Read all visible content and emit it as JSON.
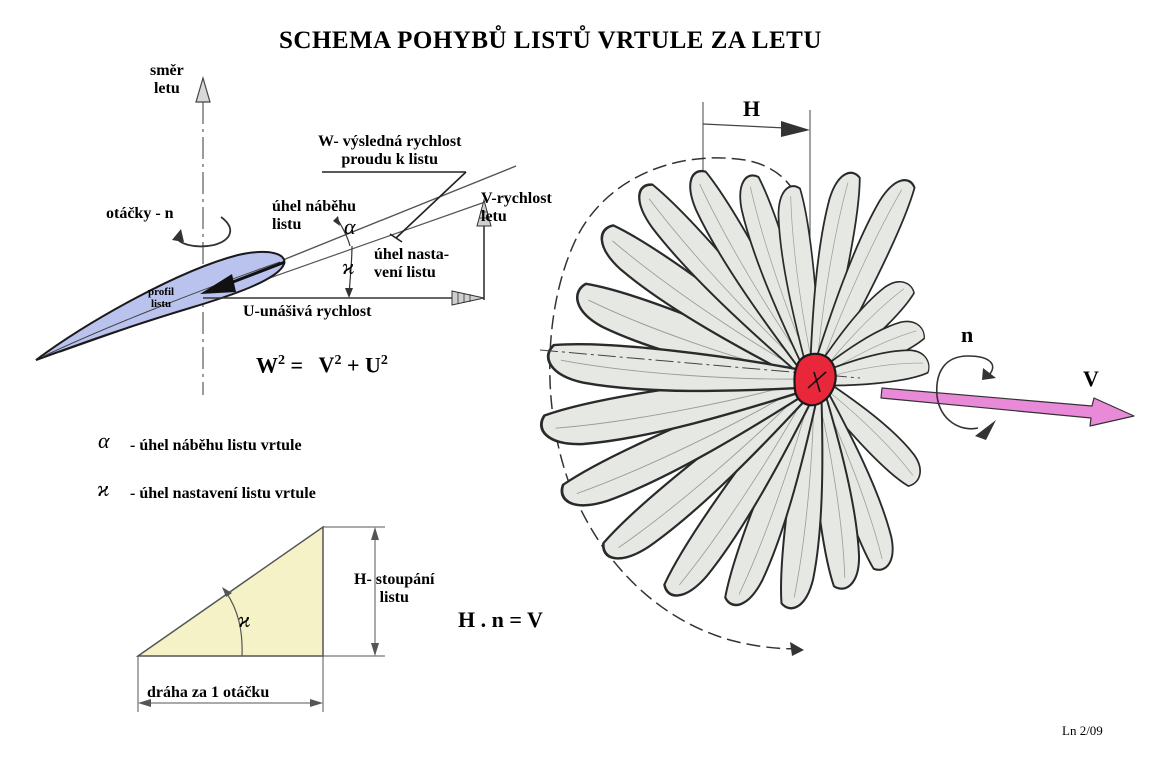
{
  "title": "SCHEMA POHYBŮ LISTŮ VRTULE ZA LETU",
  "left_diagram": {
    "flight_dir": "směr\nletu",
    "rpm": "otáčky - n",
    "w_label": "W- výsledná rychlost\nproudu k listu",
    "attack_angle": "úhel náběhu\nlistu",
    "v_speed": "V-rychlost\nletu",
    "setting_angle": "úhel nasta-\nvení listu",
    "profile": "profil\nlistu",
    "u_speed": "U-unášivá rychlost",
    "formula": {
      "w": "W",
      "eq": "=",
      "v": "V",
      "plus": "+",
      "u": "U",
      "exp": "2"
    },
    "alpha_symbol": "α",
    "kappa_symbol": "ϰ"
  },
  "legend": [
    {
      "symbol": "α",
      "text": "- úhel náběhu listu vrtule"
    },
    {
      "symbol": "ϰ",
      "text": "- úhel nastavení listu vrtule"
    }
  ],
  "triangle": {
    "pitch": "H- stoupání\nlistu",
    "path": "dráha za 1 otáčku",
    "angle": "ϰ"
  },
  "pitch_formula": "H . n = V",
  "propeller": {
    "h": "H",
    "n": "n",
    "v": "V"
  },
  "footer_ref": "Ln 2/09",
  "colors": {
    "profile_fill": "#b9c3ee",
    "triangle_fill": "#f6f2c8",
    "blade_fill": "#e6e8e4",
    "hub_fill": "#e8283a",
    "velocity_arrow": "#e98ad8"
  }
}
